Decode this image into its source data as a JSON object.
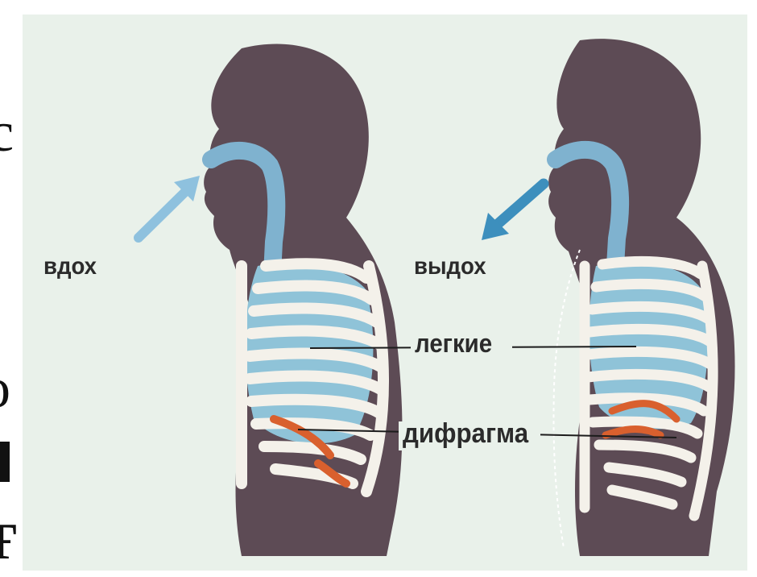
{
  "labels": {
    "inhale": "вдох",
    "exhale": "выдох",
    "lungs": "легкие",
    "diaphragm": "дифрагма"
  },
  "colors": {
    "background": "#e9f1ea",
    "silhouette": "#5d4b55",
    "airway": "#7fb2cf",
    "ribs": "#f4f1ea",
    "diaphragm": "#d9602e",
    "arrow_inhale": "#8ec1de",
    "arrow_exhale": "#3d8fbd"
  }
}
